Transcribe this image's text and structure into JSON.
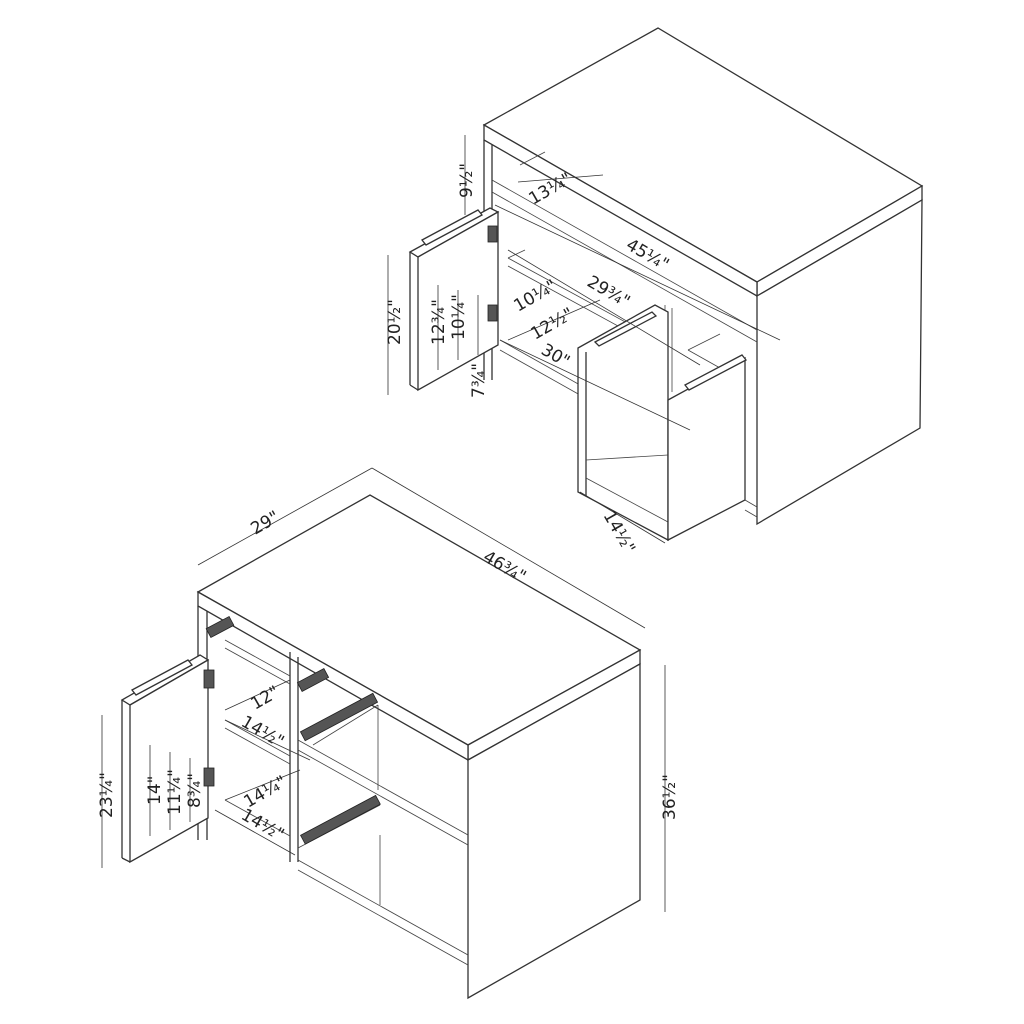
{
  "top_view": {
    "dimensions": {
      "top_opening_height": "9½\"",
      "top_opening_depth": "13¼\"",
      "inner_width": "45¼\"",
      "door_height": "20½\"",
      "hinge_spacing_a": "12¾\"",
      "hinge_spacing_b": "10¼\"",
      "compartment_height": "10¼\"",
      "compartment_width": "29¾\"",
      "shelf_depth": "12½\"",
      "drawer_width": "30\"",
      "lower_gap": "7¾\"",
      "drawer_depth": "14½\""
    }
  },
  "bottom_view": {
    "dimensions": {
      "depth": "29\"",
      "width": "46¾\"",
      "shelf_spacing": "12\"",
      "upper_shelf_depth": "14½\"",
      "door_hinge_a": "14\"",
      "door_hinge_b": "11¼\"",
      "door_hinge_c": "8¾\"",
      "lower_shelf_spacing": "14¼\"",
      "lower_shelf_depth": "14½\"",
      "door_height": "23¼\"",
      "height": "36½\""
    }
  }
}
